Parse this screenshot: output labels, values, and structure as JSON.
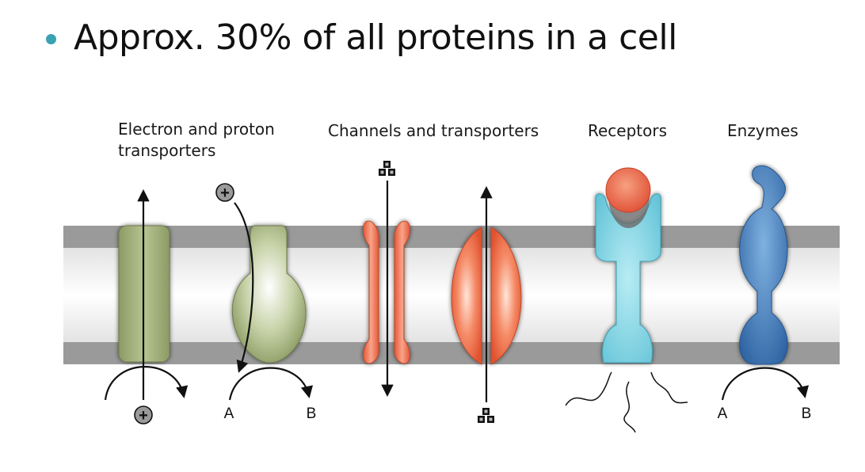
{
  "title": "Approx. 30% of all proteins in a cell",
  "categories": {
    "electron_proton_line1": "Electron and proton",
    "electron_proton_line2": "transporters",
    "channels": "Channels and transporters",
    "receptors": "Receptors",
    "enzymes": "Enzymes"
  },
  "ion_symbol": "+",
  "reaction_labels": {
    "a": "A",
    "b": "B"
  },
  "colors": {
    "bullet": "#3aa2b0",
    "membrane_band": "#9a9a9a",
    "transporter_green": "#a9b88a",
    "channel_red": "#e8613f",
    "receptor_cyan": "#6fcfe0",
    "enzyme_blue": "#3f79b7"
  }
}
